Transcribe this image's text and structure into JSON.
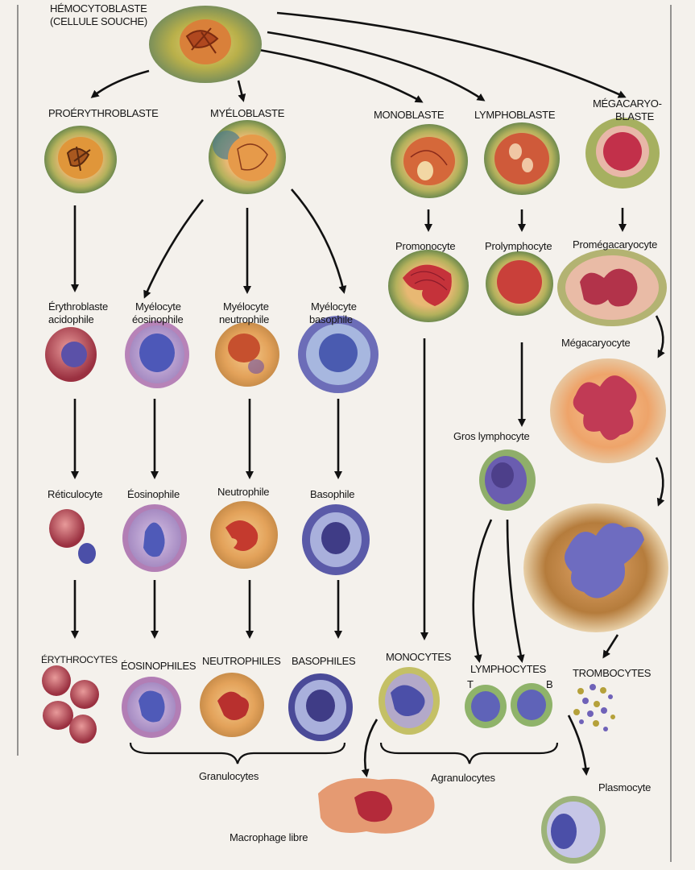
{
  "colors": {
    "background": "#f4f1ec",
    "border": "#555555",
    "arrow": "#111111",
    "nucleus_red": "#c0392b",
    "nucleus_blue": "#4b4fa8",
    "granule_dark": "#2a2540",
    "cytoplasm_orange": "#e6a45c",
    "stem_halo": "#b8b24a"
  },
  "labels": {
    "stem_line1": "HÉMOCYTOBLASTE",
    "stem_line2": "(CELLULE SOUCHE)",
    "proerythroblaste": "PROÉRYTHROBLASTE",
    "myeloblaste": "MYÉLOBLASTE",
    "monoblaste": "MONOBLASTE",
    "lymphoblaste": "LYMPHOBLASTE",
    "megacaryoblaste_line1": "MÉGACARYO-",
    "megacaryoblaste_line2": "BLASTE",
    "promonocyte": "Promonocyte",
    "prolymphocyte": "Prolymphocyte",
    "promegacaryocyte": "Promégacaryocyte",
    "erythroblaste_line1": "Érythroblaste",
    "erythroblaste_line2": "acidophile",
    "myelocyte_eos_line1": "Myélocyte",
    "myelocyte_eos_line2": "éosinophile",
    "myelocyte_neu_line1": "Myélocyte",
    "myelocyte_neu_line2": "neutrophile",
    "myelocyte_baso_line1": "Myélocyte",
    "myelocyte_baso_line2": "basophile",
    "megacaryocyte": "Mégacaryocyte",
    "gros_lymphocyte": "Gros lymphocyte",
    "reticulocyte": "Réticulocyte",
    "eosinophile": "Éosinophile",
    "neutrophile": "Neutrophile",
    "basophile": "Basophile",
    "erythrocytes": "ÉRYTHROCYTES",
    "eosinophiles": "ÉOSINOPHILES",
    "neutrophiles": "NEUTROPHILES",
    "basophiles": "BASOPHILES",
    "monocytes": "MONOCYTES",
    "lymphocytes": "LYMPHOCYTES",
    "lymph_t": "T",
    "lymph_b": "B",
    "trombocytes": "TROMBOCYTES",
    "granulocytes": "Granulocytes",
    "agranulocytes": "Agranulocytes",
    "plasmocyte": "Plasmocyte",
    "macrophage": "Macrophage libre"
  }
}
